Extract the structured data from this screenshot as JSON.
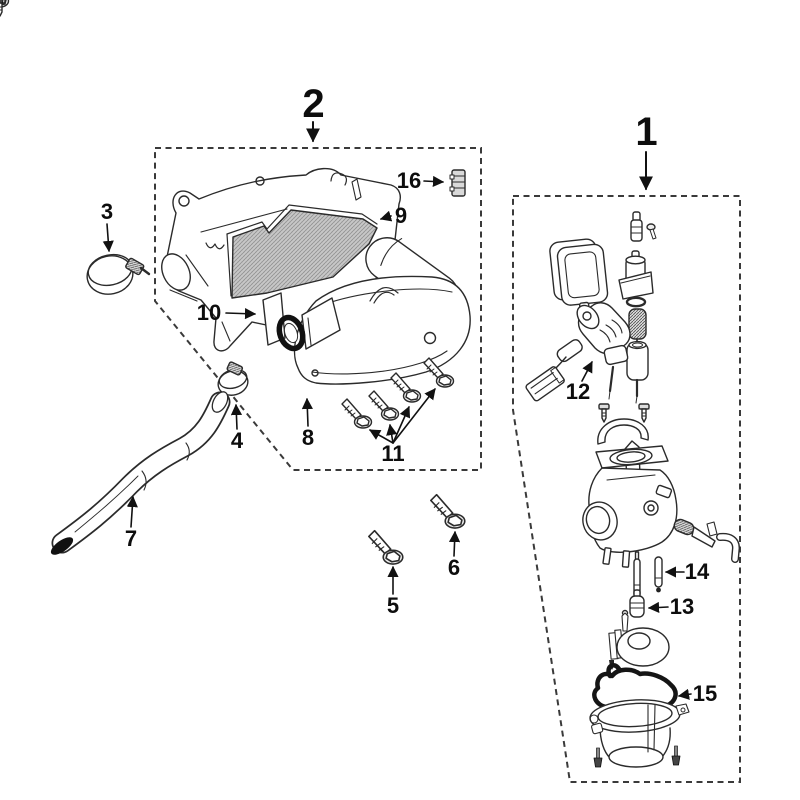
{
  "figure": {
    "background": "#ffffff",
    "line_color": "#2b2b2b",
    "accent_black": "#111111",
    "filter_fill": "#c9c9c9"
  },
  "groups": [
    {
      "id": "group-1",
      "label": "1",
      "contains_callouts": [
        "12",
        "13",
        "14",
        "15"
      ]
    },
    {
      "id": "group-2",
      "label": "2",
      "contains_callouts": [
        "8",
        "9",
        "10",
        "11",
        "16"
      ]
    }
  ],
  "loose_callouts": [
    "3",
    "4",
    "5",
    "6",
    "7"
  ],
  "callouts": {
    "c1": {
      "label": "1"
    },
    "c2": {
      "label": "2"
    },
    "c3": {
      "label": "3"
    },
    "c4": {
      "label": "4"
    },
    "c5": {
      "label": "5"
    },
    "c6": {
      "label": "6"
    },
    "c7": {
      "label": "7"
    },
    "c8": {
      "label": "8"
    },
    "c9": {
      "label": "9"
    },
    "c10": {
      "label": "10"
    },
    "c11": {
      "label": "11"
    },
    "c12": {
      "label": "12"
    },
    "c13": {
      "label": "13"
    },
    "c14": {
      "label": "14"
    },
    "c15": {
      "label": "15"
    },
    "c16": {
      "label": "16"
    }
  }
}
